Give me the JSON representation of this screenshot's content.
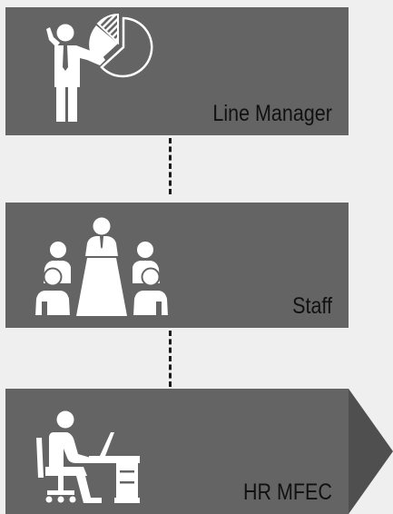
{
  "diagram": {
    "nodes": [
      {
        "id": "line-manager",
        "label": "Line Manager",
        "icon": "presenter-with-pie-chart-icon"
      },
      {
        "id": "staff",
        "label": "Staff",
        "icon": "meeting-table-icon"
      },
      {
        "id": "hr-mfec",
        "label": "HR MFEC",
        "icon": "person-at-desk-computer-icon"
      }
    ],
    "edges": [
      {
        "from": "line-manager",
        "to": "staff",
        "style": "dashed"
      },
      {
        "from": "staff",
        "to": "hr-mfec",
        "style": "dashed"
      }
    ],
    "colors": {
      "background": "#efefef",
      "card": "#646464",
      "arrow": "#4f4f4f",
      "icon": "#ffffff",
      "label": "#111111",
      "connector": "#1a1a1a"
    }
  }
}
